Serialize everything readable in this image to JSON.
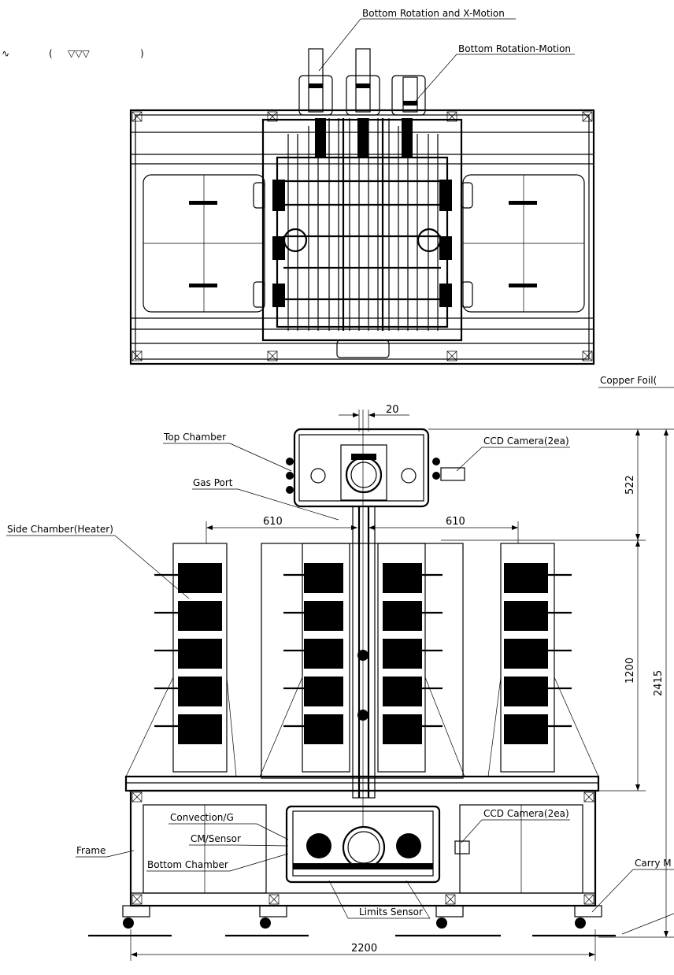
{
  "legend": {
    "symbol": "∿",
    "open_paren": "(",
    "triangles": "▽▽▽",
    "close_paren": ")"
  },
  "labels": {
    "bottom_rotation_x": "Bottom Rotation and X-Motion",
    "bottom_rotation_motion": "Bottom Rotation-Motion",
    "copper_foil": "Copper Foil(",
    "top_chamber": "Top Chamber",
    "gas_port": "Gas Port",
    "ccd_camera_top": "CCD Camera(2ea)",
    "side_chamber": "Side Chamber(Heater)",
    "convection": "Convection/G",
    "cm_sensor": "CM/Sensor",
    "frame": "Frame",
    "bottom_chamber": "Bottom Chamber",
    "ccd_camera_bottom": "CCD Camera(2ea)",
    "carry": "Carry M",
    "limits_sensor": "Limits Sensor"
  },
  "dimensions": {
    "gap": "20",
    "left_offset": "610",
    "right_offset": "610",
    "top_height": "522",
    "middle_height": "1200",
    "total_height": "2415",
    "width": "2200"
  }
}
